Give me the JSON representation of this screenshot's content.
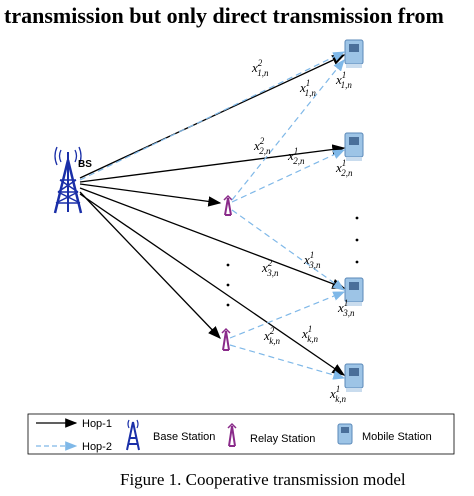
{
  "header": {
    "text": "transmission but only direct transmission from"
  },
  "diagram": {
    "bs_label": "BS",
    "labels": {
      "x1_2": "x",
      "x1_2_sup": "2",
      "x1_2_sub": "1,n",
      "x1_1a": "x",
      "x1_1a_sup": "1",
      "x1_1a_sub": "1,n",
      "x1_1b": "x",
      "x1_1b_sup": "1",
      "x1_1b_sub": "1,n",
      "x2_2": "x",
      "x2_2_sup": "2",
      "x2_2_sub": "2,n",
      "x2_1a": "x",
      "x2_1a_sup": "1",
      "x2_1a_sub": "2,n",
      "x2_1b": "x",
      "x2_1b_sup": "1",
      "x2_1b_sub": "2,n",
      "x3_2": "x",
      "x3_2_sup": "2",
      "x3_2_sub": "3,n",
      "x3_1a": "x",
      "x3_1a_sup": "1",
      "x3_1a_sub": "3,n",
      "x3_1b": "x",
      "x3_1b_sup": "1",
      "x3_1b_sub": "3,n",
      "xk_2": "x",
      "xk_2_sup": "2",
      "xk_2_sub": "k,n",
      "xk_1a": "x",
      "xk_1a_sup": "1",
      "xk_1a_sub": "k,n",
      "xk_1b": "x",
      "xk_1b_sup": "1",
      "xk_1b_sub": "k,n"
    }
  },
  "legend": {
    "hop1": "Hop-1",
    "hop2": "Hop-2",
    "base_station": "Base Station",
    "relay_station": "Relay Station",
    "mobile_station": "Mobile Station"
  },
  "caption": {
    "text": "Figure 1.    Cooperative transmission model"
  },
  "colors": {
    "hop1": "#000000",
    "hop2": "#7fb8e8",
    "tower": "#1a2fa8",
    "relay": "#8a2b8a",
    "mobile": "#9dc4e6"
  }
}
